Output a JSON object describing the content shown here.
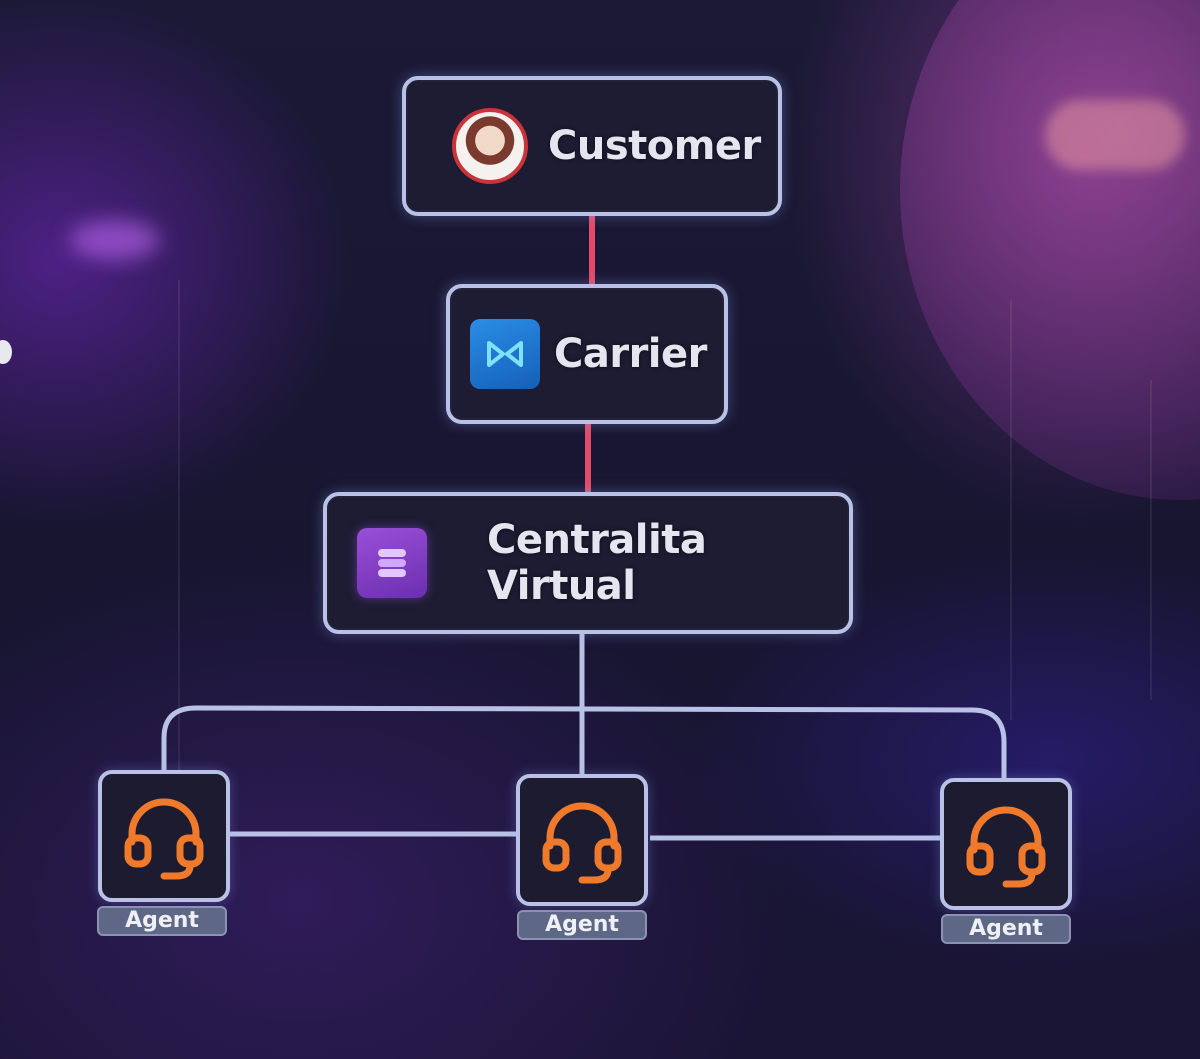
{
  "diagram": {
    "nodes": {
      "customer": {
        "label": "Customer",
        "icon": "customer-avatar-icon"
      },
      "carrier": {
        "label": "Carrier",
        "icon": "carrier-logo-icon"
      },
      "pbx": {
        "label": "Centralita Virtual",
        "icon": "stack-icon"
      }
    },
    "agents": [
      {
        "label": "Agent",
        "icon": "headset-icon"
      },
      {
        "label": "Agent",
        "icon": "headset-icon"
      },
      {
        "label": "Agent",
        "icon": "headset-icon"
      }
    ],
    "colors": {
      "node_border": "#b9c2e6",
      "link_top": "#e24a6a",
      "link_bottom": "#b9c2e6",
      "headset": "#f07a2c",
      "carrier_icon": "#2a8de6",
      "pbx_icon": "#9a4fd8"
    }
  }
}
